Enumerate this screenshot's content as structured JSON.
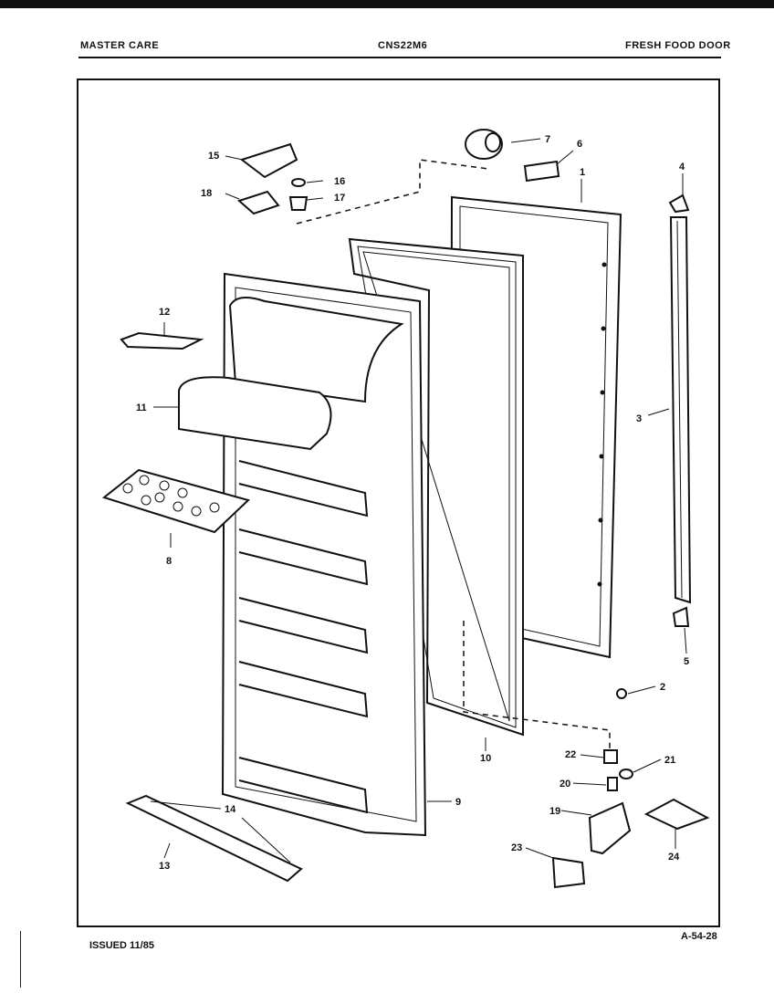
{
  "header": {
    "brand": "MASTER CARE",
    "model": "CNS22M6",
    "section": "FRESH FOOD DOOR"
  },
  "footer": {
    "issued": "ISSUED 11/85",
    "page_code": "A-54-28"
  },
  "parts": {
    "p1": "1",
    "p2": "2",
    "p3": "3",
    "p4": "4",
    "p5": "5",
    "p6": "6",
    "p7": "7",
    "p8": "8",
    "p9": "9",
    "p10": "10",
    "p11": "11",
    "p12": "12",
    "p13": "13",
    "p14": "14",
    "p15": "15",
    "p16": "16",
    "p17": "17",
    "p18": "18",
    "p19": "19",
    "p20": "20",
    "p21": "21",
    "p22": "22",
    "p23": "23",
    "p24": "24"
  }
}
